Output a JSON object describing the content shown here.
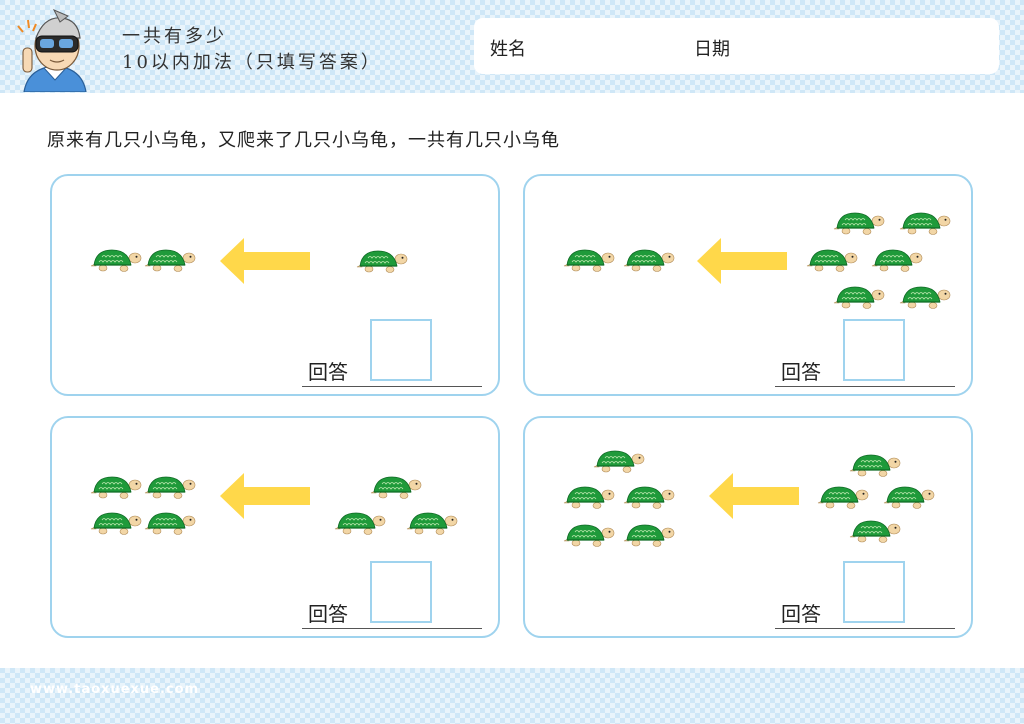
{
  "header": {
    "title_line1": "一共有多少",
    "title_line2": "10以内加法（只填写答案）",
    "name_label": "姓名",
    "date_label": "日期"
  },
  "instruction": "原来有几只小乌龟，又爬来了几只小乌龟，一共有几只小乌龟",
  "problems": [
    {
      "existing": 2,
      "arriving": 1,
      "answer_label": "回答"
    },
    {
      "existing": 2,
      "arriving": 6,
      "answer_label": "回答"
    },
    {
      "existing": 4,
      "arriving": 3,
      "answer_label": "回答"
    },
    {
      "existing": 5,
      "arriving": 4,
      "answer_label": "回答"
    }
  ],
  "footer": {
    "site": "www.taoxuexue.com"
  },
  "colors": {
    "turtle_shell": "#1f9a3a",
    "turtle_skin": "#f2d6a6",
    "arrow": "#ffd84a",
    "card_border": "#9fd3ee",
    "pattern": "#cfe7f7"
  },
  "icons": {
    "mascot": "vr-headset-boy-icon",
    "turtle": "turtle-icon",
    "arrow": "arrow-left-icon"
  }
}
